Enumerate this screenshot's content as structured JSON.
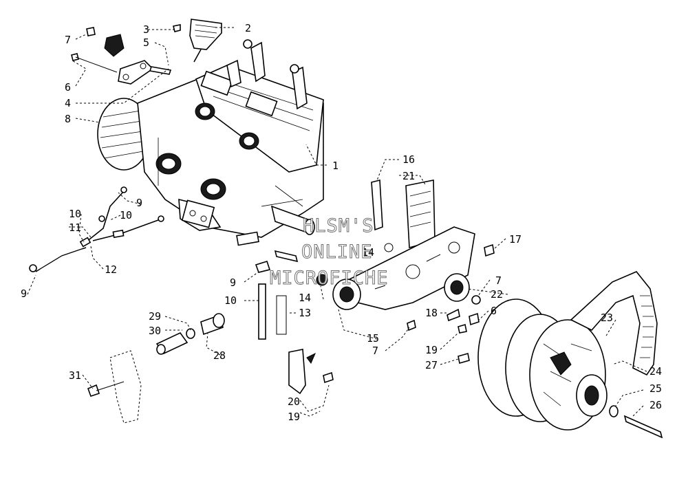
{
  "watermark": [
    "HLSM'S",
    "ONLINE",
    "MICROFICHE"
  ],
  "callouts": {
    "c1": "1",
    "c2": "2",
    "c3": "3",
    "c4": "4",
    "c5": "5",
    "c6a": "6",
    "c6b": "6",
    "c7a": "7",
    "c7b": "7",
    "c7c": "7",
    "c8": "8",
    "c9a": "9",
    "c9b": "9",
    "c9c": "9",
    "c10a": "10",
    "c10b": "10",
    "c10c": "10",
    "c11": "11",
    "c12": "12",
    "c13": "13",
    "c14a": "14",
    "c14b": "14",
    "c15": "15",
    "c16": "16",
    "c17": "17",
    "c18": "18",
    "c19a": "19",
    "c19b": "19",
    "c20": "20",
    "c21": "21",
    "c22": "22",
    "c23": "23",
    "c24": "24",
    "c25": "25",
    "c26": "26",
    "c27": "27",
    "c28": "28",
    "c29": "29",
    "c30": "30",
    "c31": "31"
  }
}
